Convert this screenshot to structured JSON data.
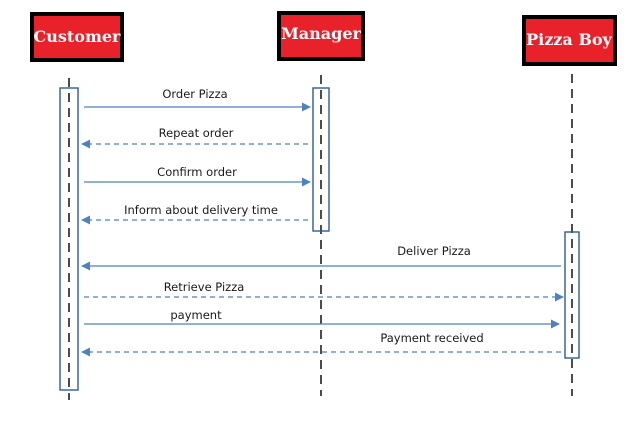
{
  "colors": {
    "actor_fill": "#e8212b",
    "actor_border": "#000000",
    "actor_text": "#ffffff",
    "message_line": "#4f81bd",
    "lifeline": "#000000",
    "activation_border": "#2e5c9a"
  },
  "actors": [
    {
      "id": "customer",
      "label": "Customer"
    },
    {
      "id": "manager",
      "label": "Manager"
    },
    {
      "id": "pizzaboy",
      "label": "Pizza Boy"
    }
  ],
  "messages": [
    {
      "from": "customer",
      "to": "manager",
      "label": "Order Pizza",
      "style": "solid"
    },
    {
      "from": "manager",
      "to": "customer",
      "label": "Repeat order",
      "style": "dashed"
    },
    {
      "from": "customer",
      "to": "manager",
      "label": "Confirm order",
      "style": "solid"
    },
    {
      "from": "manager",
      "to": "customer",
      "label": "Inform about delivery time",
      "style": "dashed"
    },
    {
      "from": "pizzaboy",
      "to": "customer",
      "label": "Deliver Pizza",
      "style": "solid"
    },
    {
      "from": "customer",
      "to": "pizzaboy",
      "label": "Retrieve Pizza",
      "style": "dashed"
    },
    {
      "from": "customer",
      "to": "pizzaboy",
      "label": "payment",
      "style": "solid"
    },
    {
      "from": "pizzaboy",
      "to": "customer",
      "label": "Payment received",
      "style": "dashed"
    }
  ]
}
